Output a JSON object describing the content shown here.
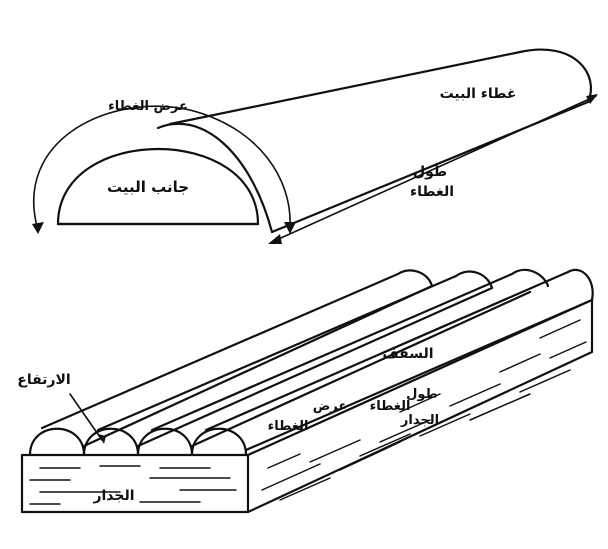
{
  "greenhouse": {
    "cover_label": "غطاء البيت",
    "cover_width_label": "عرض الغطاء",
    "side_label": "جانب البيت",
    "length_label_line1": "طول",
    "length_label_line2": "الغطاء"
  },
  "tunnels": {
    "height_label": "الارتفاع",
    "roof_label": "السقف",
    "width_label_line1": "عرض",
    "width_label_line2": "الغطاء",
    "length_label_line1": "طول",
    "length_label_line2": "الغطاء",
    "wall_label": "الجدار",
    "front_wall_label": "الجدار"
  }
}
